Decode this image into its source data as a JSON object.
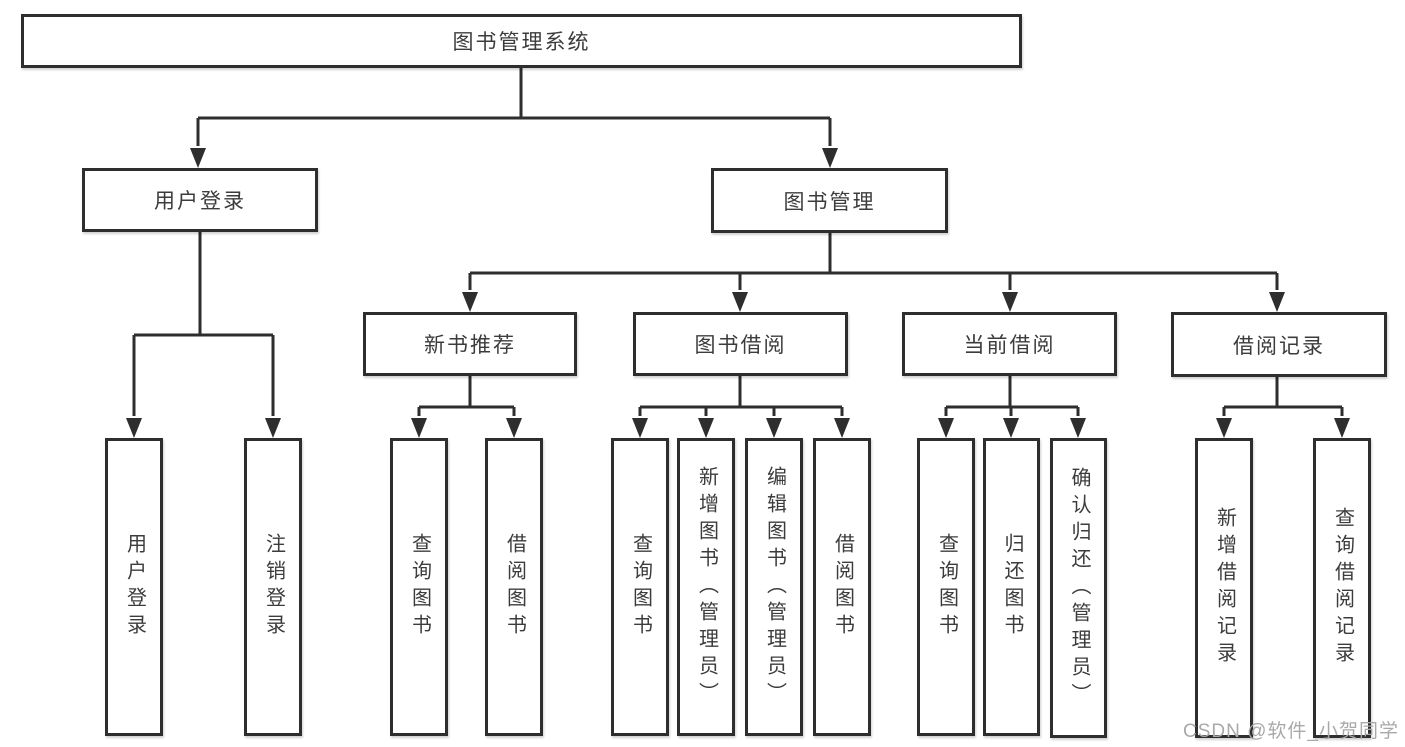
{
  "diagram": {
    "colors": {
      "line": "#2e2e2e",
      "text": "#3c3c3c",
      "background": "#ffffff",
      "box_background": "#ffffff",
      "watermark": "#a9a9a9"
    },
    "tree": {
      "root": {
        "label": "图书管理系统"
      },
      "level2": [
        {
          "label": "用户登录",
          "leaves": [
            {
              "label": "用户登录"
            },
            {
              "label": "注销登录"
            }
          ]
        },
        {
          "label": "图书管理",
          "groups": [
            {
              "label": "新书推荐",
              "leaves": [
                {
                  "label": "查询图书"
                },
                {
                  "label": "借阅图书"
                }
              ]
            },
            {
              "label": "图书借阅",
              "leaves": [
                {
                  "label": "查询图书"
                },
                {
                  "label": "新增图书（管理员）"
                },
                {
                  "label": "编辑图书（管理员）"
                },
                {
                  "label": "借阅图书"
                }
              ]
            },
            {
              "label": "当前借阅",
              "leaves": [
                {
                  "label": "查询图书"
                },
                {
                  "label": "归还图书"
                },
                {
                  "label": "确认归还（管理员）"
                }
              ]
            },
            {
              "label": "借阅记录",
              "leaves": [
                {
                  "label": "新增借阅记录"
                },
                {
                  "label": "查询借阅记录"
                }
              ]
            }
          ]
        }
      ]
    },
    "watermark": {
      "text": "CSDN @软件_小贺同学"
    }
  }
}
